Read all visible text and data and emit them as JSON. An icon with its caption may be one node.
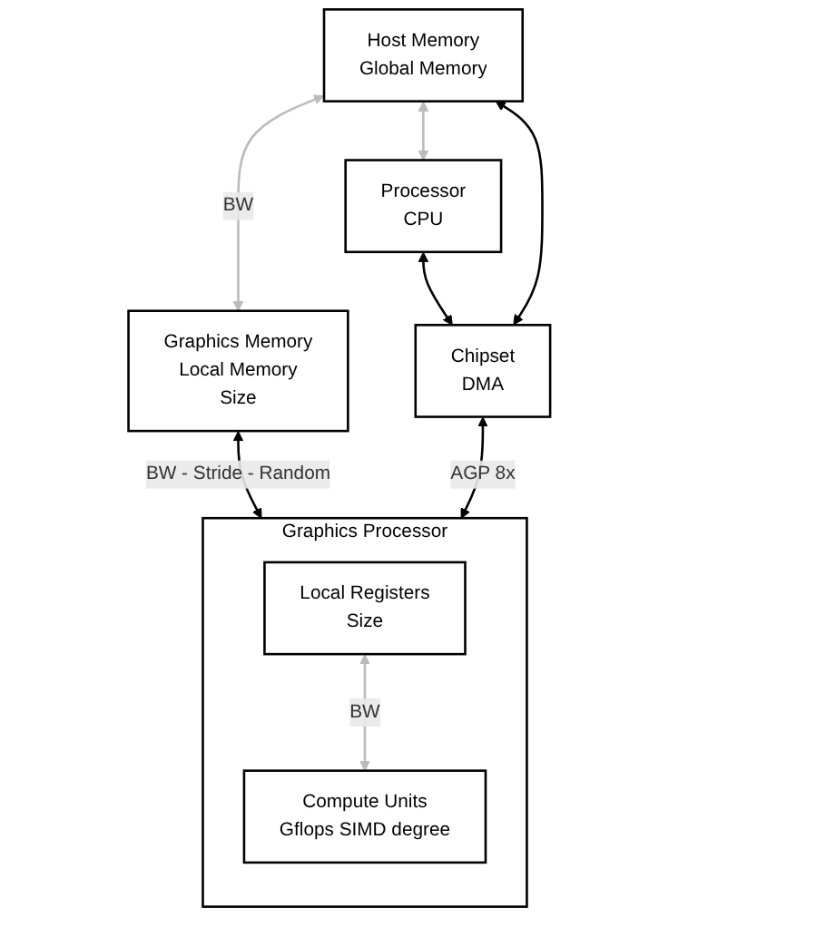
{
  "diagram": {
    "nodes": [
      {
        "text": [
          "Host Memory",
          "Global Memory"
        ]
      },
      {
        "text": [
          "Processor",
          "CPU"
        ]
      },
      {
        "text": [
          "Chipset",
          "DMA"
        ]
      },
      {
        "text": [
          "Graphics Memory",
          "Local Memory",
          "Size"
        ]
      },
      {
        "text": [
          "Graphics Processor"
        ]
      },
      {
        "text": [
          "Local Registers",
          "Size"
        ],
        "in": 4
      },
      {
        "text": [
          "Compute Units",
          "Gflops SIMD degree"
        ],
        "in": 4
      }
    ],
    "edges": [
      {
        "from": 0,
        "to": 1,
        "arrow": "both",
        "color": "#bbbbbb"
      },
      {
        "from": 1,
        "to": 2,
        "arrow": "both"
      },
      {
        "from": 2,
        "to": 0,
        "arrow": "both"
      },
      {
        "from": 0,
        "to": 3,
        "arrow": "both",
        "label": "BW",
        "color": "#bbbbbb"
      },
      {
        "from": 3,
        "to": 4,
        "arrow": "both",
        "label": "BW - Stride - Random"
      },
      {
        "from": 2,
        "to": 4,
        "arrow": "both",
        "label": "AGP 8x"
      },
      {
        "from": 5,
        "to": 6,
        "arrow": "both",
        "label": "BW",
        "color": "#bbbbbb"
      }
    ]
  }
}
